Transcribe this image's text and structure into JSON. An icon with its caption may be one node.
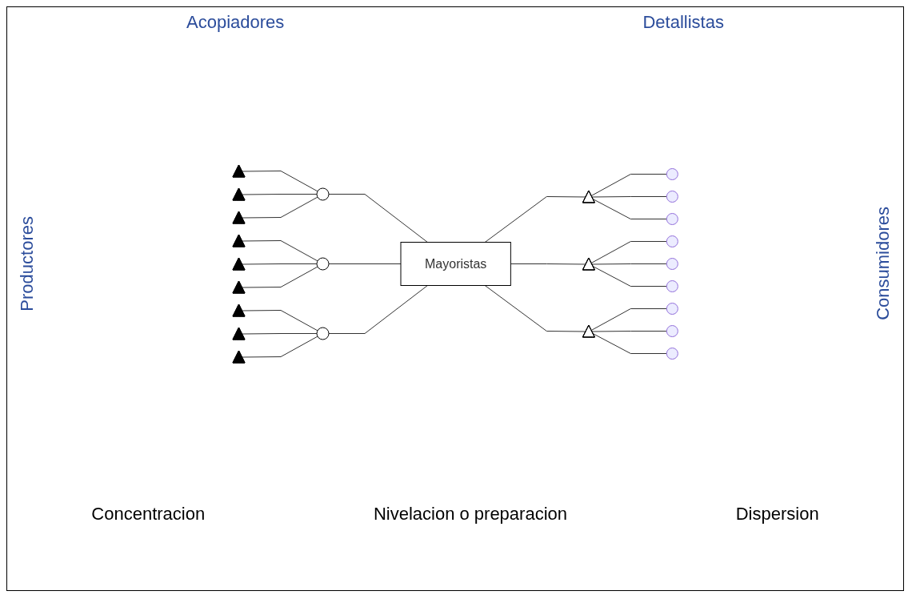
{
  "diagram": {
    "nodes": [
      {
        "text": [],
        "shape": "triangle"
      },
      {
        "text": [],
        "shape": "triangle"
      },
      {
        "text": [],
        "shape": "triangle"
      },
      {
        "text": [],
        "shape": "triangle"
      },
      {
        "text": [],
        "shape": "triangle"
      },
      {
        "text": [],
        "shape": "triangle"
      },
      {
        "text": [],
        "shape": "triangle"
      },
      {
        "text": [],
        "shape": "triangle"
      },
      {
        "text": [],
        "shape": "triangle"
      },
      {
        "text": [],
        "shape": "circle"
      },
      {
        "text": [],
        "shape": "circle"
      },
      {
        "text": [],
        "shape": "circle"
      },
      {
        "text": [
          "Mayoristas"
        ]
      },
      {
        "text": [],
        "shape": "triangle"
      },
      {
        "text": [],
        "shape": "triangle"
      },
      {
        "text": [],
        "shape": "triangle"
      },
      {
        "text": [],
        "shape": "circle"
      },
      {
        "text": [],
        "shape": "circle"
      },
      {
        "text": [],
        "shape": "circle"
      },
      {
        "text": [],
        "shape": "circle"
      },
      {
        "text": [],
        "shape": "circle"
      },
      {
        "text": [],
        "shape": "circle"
      },
      {
        "text": [],
        "shape": "circle"
      },
      {
        "text": [],
        "shape": "circle"
      },
      {
        "text": [],
        "shape": "circle"
      }
    ],
    "edges": [
      {
        "from": 0,
        "to": 9,
        "arrow": "none"
      },
      {
        "from": 1,
        "to": 9,
        "arrow": "none"
      },
      {
        "from": 2,
        "to": 9,
        "arrow": "none"
      },
      {
        "from": 3,
        "to": 10,
        "arrow": "none"
      },
      {
        "from": 4,
        "to": 10,
        "arrow": "none"
      },
      {
        "from": 5,
        "to": 10,
        "arrow": "none"
      },
      {
        "from": 6,
        "to": 11,
        "arrow": "none"
      },
      {
        "from": 7,
        "to": 11,
        "arrow": "none"
      },
      {
        "from": 8,
        "to": 11,
        "arrow": "none"
      },
      {
        "from": 9,
        "to": 12,
        "arrow": "none"
      },
      {
        "from": 10,
        "to": 12,
        "arrow": "none"
      },
      {
        "from": 11,
        "to": 12,
        "arrow": "none"
      },
      {
        "from": 12,
        "to": 13,
        "arrow": "none"
      },
      {
        "from": 12,
        "to": 14,
        "arrow": "none"
      },
      {
        "from": 12,
        "to": 15,
        "arrow": "none"
      },
      {
        "from": 13,
        "to": 16,
        "arrow": "none"
      },
      {
        "from": 13,
        "to": 17,
        "arrow": "none"
      },
      {
        "from": 13,
        "to": 18,
        "arrow": "none"
      },
      {
        "from": 14,
        "to": 19,
        "arrow": "none"
      },
      {
        "from": 14,
        "to": 20,
        "arrow": "none"
      },
      {
        "from": 14,
        "to": 21,
        "arrow": "none"
      },
      {
        "from": 15,
        "to": 22,
        "arrow": "none"
      },
      {
        "from": 15,
        "to": 23,
        "arrow": "none"
      },
      {
        "from": 15,
        "to": 24,
        "arrow": "none"
      }
    ],
    "labels": [
      "Productores",
      "Acopiadores",
      "Detallistas",
      "Consumidores",
      "Concentracion",
      "Dispersion",
      "Nivelacion o preparacion"
    ]
  }
}
